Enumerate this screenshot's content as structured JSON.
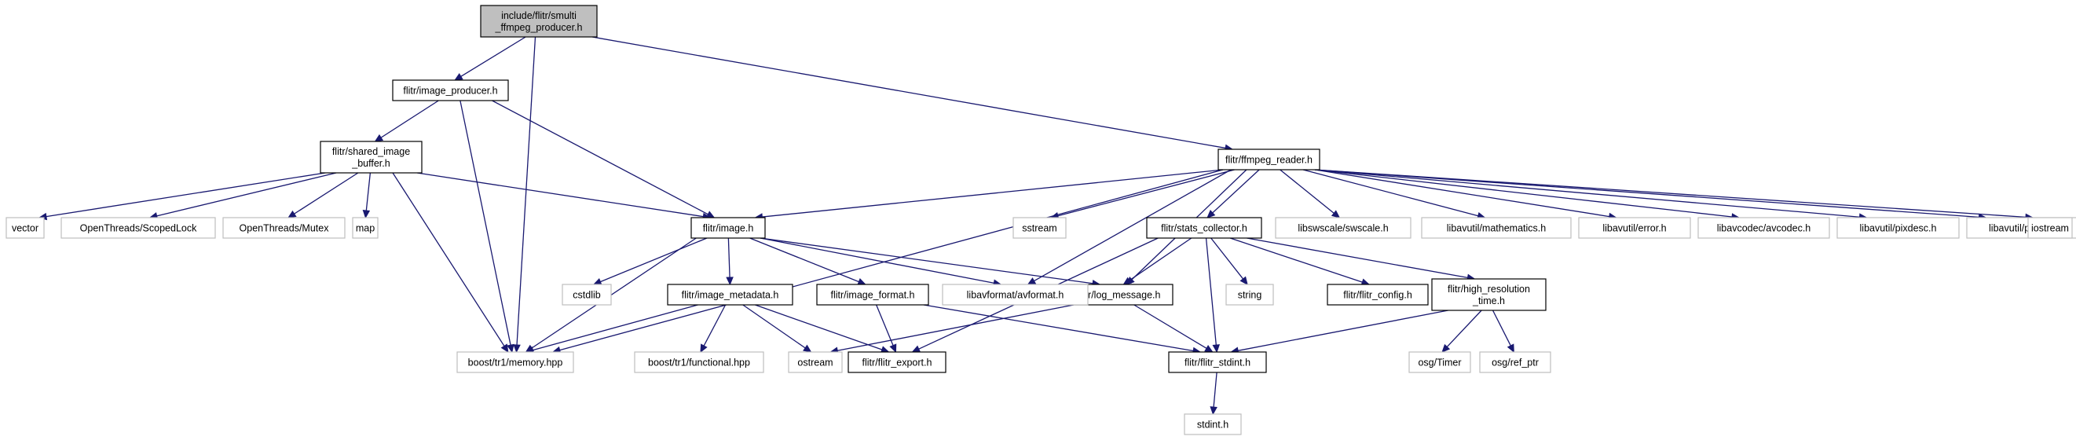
{
  "nodes": [
    {
      "id": "root",
      "kind": "root",
      "lines": [
        "include/flitr/smulti",
        "_ffmpeg_producer.h"
      ]
    },
    {
      "id": "image_producer",
      "kind": "proj",
      "lines": [
        "flitr/image_producer.h"
      ]
    },
    {
      "id": "ffmpeg_reader",
      "kind": "proj",
      "lines": [
        "flitr/ffmpeg_reader.h"
      ]
    },
    {
      "id": "shared_image_buffer",
      "kind": "proj",
      "lines": [
        "flitr/shared_image",
        "_buffer.h"
      ]
    },
    {
      "id": "image",
      "kind": "proj",
      "lines": [
        "flitr/image.h"
      ]
    },
    {
      "id": "stats_collector",
      "kind": "proj",
      "lines": [
        "flitr/stats_collector.h"
      ]
    },
    {
      "id": "image_metadata",
      "kind": "proj",
      "lines": [
        "flitr/image_metadata.h"
      ]
    },
    {
      "id": "image_format",
      "kind": "proj",
      "lines": [
        "flitr/image_format.h"
      ]
    },
    {
      "id": "log_message",
      "kind": "proj",
      "lines": [
        "flitr/log_message.h"
      ]
    },
    {
      "id": "flitr_config",
      "kind": "proj",
      "lines": [
        "flitr/flitr_config.h"
      ]
    },
    {
      "id": "high_resolution_time",
      "kind": "proj",
      "lines": [
        "flitr/high_resolution",
        "_time.h"
      ]
    },
    {
      "id": "flitr_export",
      "kind": "proj",
      "lines": [
        "flitr/flitr_export.h"
      ]
    },
    {
      "id": "flitr_stdint",
      "kind": "proj",
      "lines": [
        "flitr/flitr_stdint.h"
      ]
    },
    {
      "id": "vector",
      "kind": "ext",
      "lines": [
        "vector"
      ]
    },
    {
      "id": "scoped_lock",
      "kind": "ext",
      "lines": [
        "OpenThreads/ScopedLock"
      ]
    },
    {
      "id": "mutex",
      "kind": "ext",
      "lines": [
        "OpenThreads/Mutex"
      ]
    },
    {
      "id": "map",
      "kind": "ext",
      "lines": [
        "map"
      ]
    },
    {
      "id": "sstream",
      "kind": "ext",
      "lines": [
        "sstream"
      ]
    },
    {
      "id": "swscale",
      "kind": "ext",
      "lines": [
        "libswscale/swscale.h"
      ]
    },
    {
      "id": "mathematics",
      "kind": "ext",
      "lines": [
        "libavutil/mathematics.h"
      ]
    },
    {
      "id": "error",
      "kind": "ext",
      "lines": [
        "libavutil/error.h"
      ]
    },
    {
      "id": "avcodec",
      "kind": "ext",
      "lines": [
        "libavcodec/avcodec.h"
      ]
    },
    {
      "id": "pixdesc",
      "kind": "ext",
      "lines": [
        "libavutil/pixdesc.h"
      ]
    },
    {
      "id": "pixfmt",
      "kind": "ext",
      "lines": [
        "libavutil/pixfmt.h"
      ]
    },
    {
      "id": "iostream",
      "kind": "ext",
      "lines": [
        "iostream"
      ]
    },
    {
      "id": "cstdlib",
      "kind": "ext",
      "lines": [
        "cstdlib"
      ]
    },
    {
      "id": "avformat",
      "kind": "ext",
      "lines": [
        "libavformat/avformat.h"
      ]
    },
    {
      "id": "string",
      "kind": "ext",
      "lines": [
        "string"
      ]
    },
    {
      "id": "boost_memory",
      "kind": "ext",
      "lines": [
        "boost/tr1/memory.hpp"
      ]
    },
    {
      "id": "boost_functional",
      "kind": "ext",
      "lines": [
        "boost/tr1/functional.hpp"
      ]
    },
    {
      "id": "ostream",
      "kind": "ext",
      "lines": [
        "ostream"
      ]
    },
    {
      "id": "osg_timer",
      "kind": "ext",
      "lines": [
        "osg/Timer"
      ]
    },
    {
      "id": "osg_ref_ptr",
      "kind": "ext",
      "lines": [
        "osg/ref_ptr"
      ]
    },
    {
      "id": "stdint",
      "kind": "ext",
      "lines": [
        "stdint.h"
      ]
    }
  ],
  "edges": [
    [
      "root",
      "image_producer"
    ],
    [
      "root",
      "ffmpeg_reader"
    ],
    [
      "root",
      "boost_memory"
    ],
    [
      "image_producer",
      "shared_image_buffer"
    ],
    [
      "image_producer",
      "image"
    ],
    [
      "image_producer",
      "boost_memory"
    ],
    [
      "shared_image_buffer",
      "vector"
    ],
    [
      "shared_image_buffer",
      "scoped_lock"
    ],
    [
      "shared_image_buffer",
      "mutex"
    ],
    [
      "shared_image_buffer",
      "map"
    ],
    [
      "shared_image_buffer",
      "image"
    ],
    [
      "shared_image_buffer",
      "boost_memory"
    ],
    [
      "ffmpeg_reader",
      "image"
    ],
    [
      "ffmpeg_reader",
      "boost_memory"
    ],
    [
      "ffmpeg_reader",
      "sstream"
    ],
    [
      "ffmpeg_reader",
      "stats_collector"
    ],
    [
      "ffmpeg_reader",
      "log_message"
    ],
    [
      "ffmpeg_reader",
      "avformat"
    ],
    [
      "ffmpeg_reader",
      "swscale"
    ],
    [
      "ffmpeg_reader",
      "mathematics"
    ],
    [
      "ffmpeg_reader",
      "error"
    ],
    [
      "ffmpeg_reader",
      "avcodec"
    ],
    [
      "ffmpeg_reader",
      "pixdesc"
    ],
    [
      "ffmpeg_reader",
      "pixfmt"
    ],
    [
      "ffmpeg_reader",
      "iostream"
    ],
    [
      "image",
      "cstdlib"
    ],
    [
      "image",
      "image_metadata"
    ],
    [
      "image",
      "image_format"
    ],
    [
      "image",
      "avformat"
    ],
    [
      "image",
      "log_message"
    ],
    [
      "image",
      "boost_memory"
    ],
    [
      "stats_collector",
      "log_message"
    ],
    [
      "stats_collector",
      "string"
    ],
    [
      "stats_collector",
      "flitr_config"
    ],
    [
      "stats_collector",
      "high_resolution_time"
    ],
    [
      "stats_collector",
      "flitr_export"
    ],
    [
      "stats_collector",
      "flitr_stdint"
    ],
    [
      "image_metadata",
      "boost_memory"
    ],
    [
      "image_metadata",
      "boost_functional"
    ],
    [
      "image_metadata",
      "ostream"
    ],
    [
      "image_metadata",
      "flitr_export"
    ],
    [
      "image_format",
      "flitr_export"
    ],
    [
      "image_format",
      "flitr_stdint"
    ],
    [
      "log_message",
      "ostream"
    ],
    [
      "log_message",
      "flitr_stdint"
    ],
    [
      "high_resolution_time",
      "osg_timer"
    ],
    [
      "high_resolution_time",
      "osg_ref_ptr"
    ],
    [
      "high_resolution_time",
      "flitr_stdint"
    ],
    [
      "flitr_stdint",
      "stdint"
    ]
  ]
}
